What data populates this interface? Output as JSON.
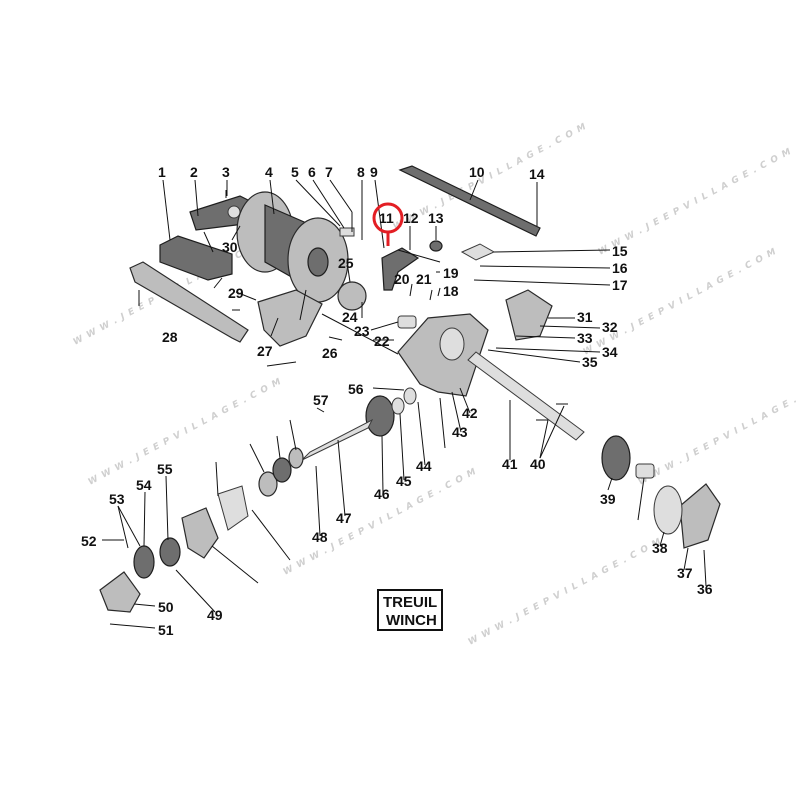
{
  "title": {
    "line1": "TREUIL",
    "line2": "WINCH"
  },
  "watermark": "W W W . J E E P V I L L A G E . C O M",
  "highlight": {
    "label": "11",
    "color": "#e31e24"
  },
  "labels": [
    "1",
    "2",
    "3",
    "4",
    "5",
    "6",
    "7",
    "8",
    "9",
    "10",
    "11",
    "12",
    "13",
    "14",
    "15",
    "16",
    "17",
    "18",
    "19",
    "20",
    "21",
    "22",
    "23",
    "24",
    "25",
    "26",
    "27",
    "28",
    "29",
    "30",
    "31",
    "32",
    "33",
    "34",
    "35",
    "36",
    "37",
    "38",
    "39",
    "40",
    "41",
    "42",
    "43",
    "44",
    "45",
    "46",
    "47",
    "48",
    "49",
    "50",
    "51",
    "52",
    "53",
    "54",
    "55",
    "56",
    "57"
  ]
}
